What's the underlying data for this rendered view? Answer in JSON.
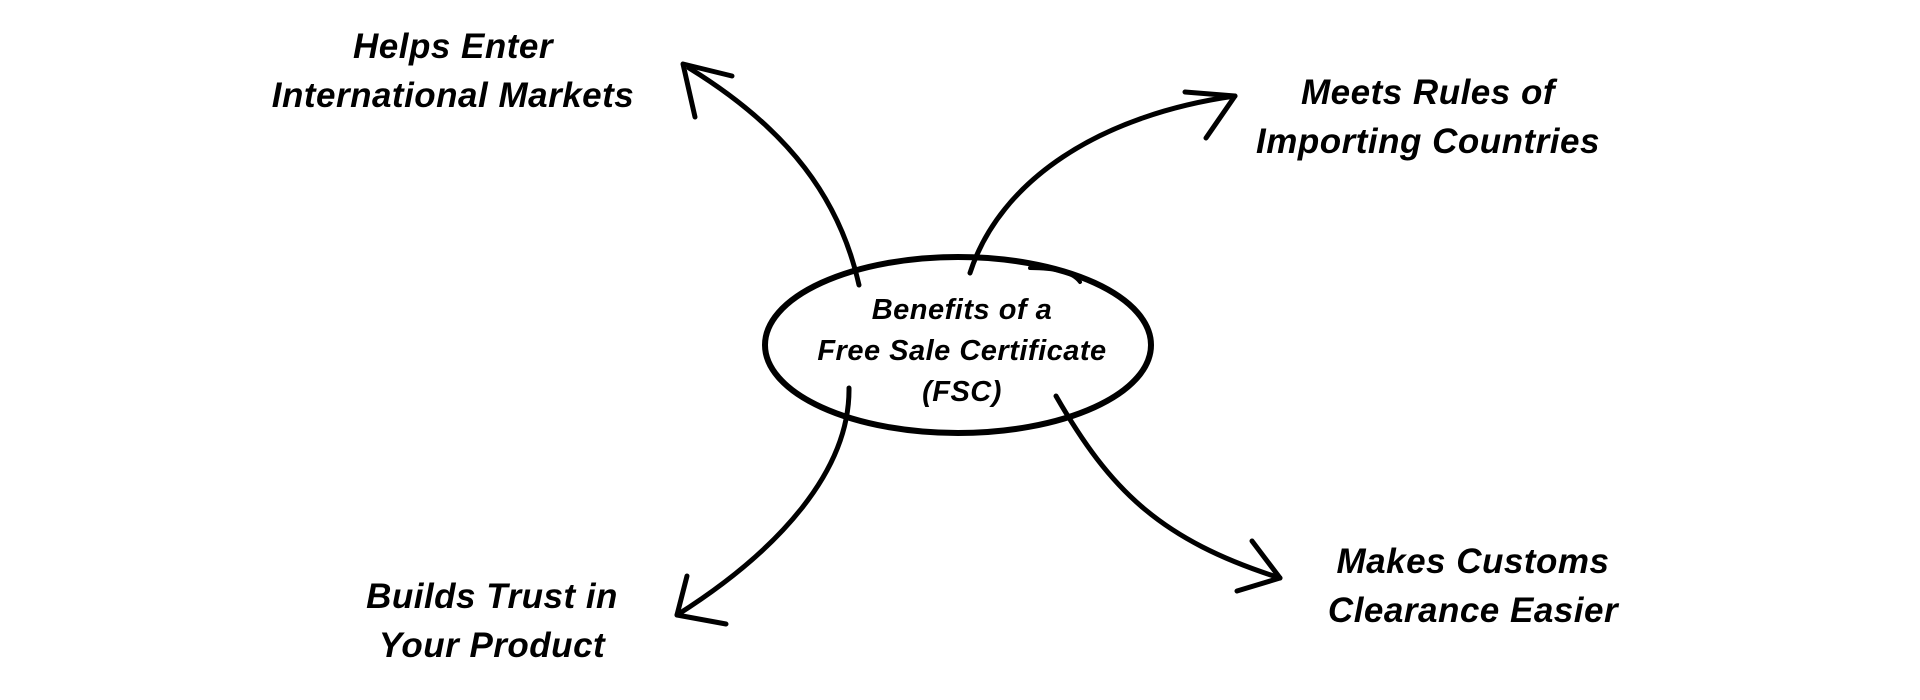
{
  "center": {
    "lines": [
      "Benefits of a",
      "Free Sale Certificate",
      "(FSC)"
    ]
  },
  "branches": [
    {
      "lines": [
        "Helps Enter",
        "International Markets"
      ]
    },
    {
      "lines": [
        "Meets Rules of",
        "Importing Countries"
      ]
    },
    {
      "lines": [
        "Builds Trust in",
        "Your Product"
      ]
    },
    {
      "lines": [
        "Makes Customs",
        "Clearance Easier"
      ]
    }
  ],
  "colors": {
    "stroke": "#000000",
    "background": "#ffffff"
  }
}
